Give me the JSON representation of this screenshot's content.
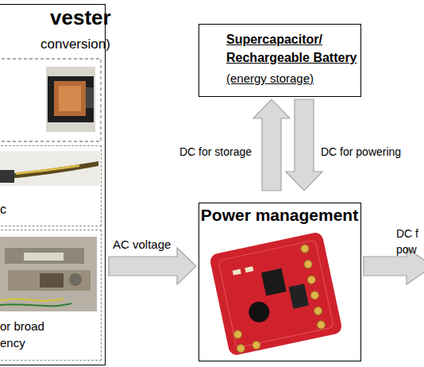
{
  "diagram": {
    "nodes": [
      {
        "text": [
          "vester",
          "conversion)"
        ]
      },
      {
        "text": [
          "c"
        ],
        "in": 0
      },
      {
        "text": [
          "or broad ency"
        ],
        "in": 0
      },
      {
        "text": [
          "Supercapacitor/ Rechargeable Battery",
          "(energy storage)"
        ]
      },
      {
        "text": [
          "Power management"
        ]
      }
    ],
    "edges": [
      {
        "from": 0,
        "to": 4,
        "label": "AC voltage",
        "arrow": "to"
      },
      {
        "from": 4,
        "to": 3,
        "label": "DC for storage",
        "arrow": "to"
      },
      {
        "from": 3,
        "to": 4,
        "label": "DC for powering",
        "arrow": "to"
      }
    ],
    "labels": [
      "DC f pow"
    ]
  }
}
